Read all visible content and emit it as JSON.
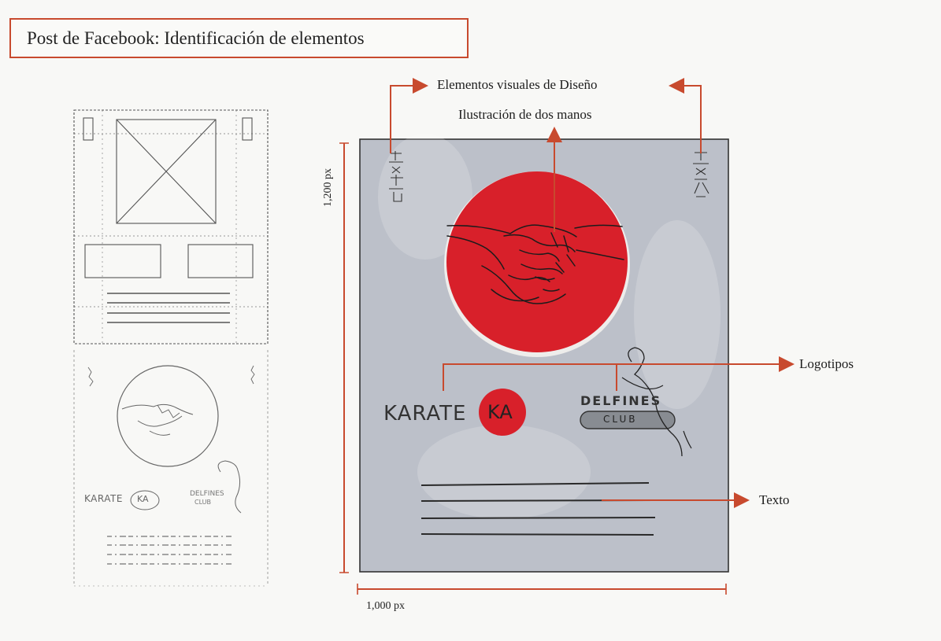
{
  "title": "Post de Facebook: Identificación de elementos",
  "annotations": {
    "visual_elements": "Elementos visuales de Diseño",
    "hands_illustration": "Ilustración de dos manos",
    "logos": "Logotipos",
    "text": "Texto"
  },
  "dimensions": {
    "height": "1,200 px",
    "width": "1,000 px"
  },
  "logos": {
    "karate": "KARATE",
    "karate_badge": "KA",
    "delfines": "DELFINES",
    "club": "CLUB"
  },
  "sketch_logos": {
    "karate": "KARATE",
    "karate_badge": "KA",
    "delfines": "DELFINES",
    "club": "CLUB"
  },
  "colors": {
    "accent": "#c84a2e",
    "red_circle": "#d8202a",
    "post_background": "#bcc0c9"
  }
}
